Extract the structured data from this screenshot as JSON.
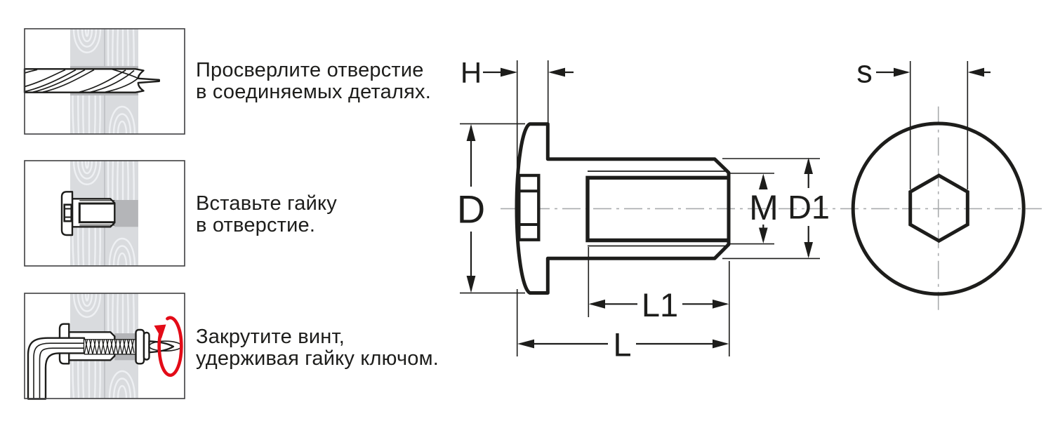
{
  "steps": [
    {
      "illustration": "drill-through-panels",
      "caption": [
        "Просверлите отверстие",
        "в соединяемых деталях."
      ]
    },
    {
      "illustration": "insert-nut-into-hole",
      "caption": [
        "Вставьте гайку",
        "в отверстие."
      ]
    },
    {
      "illustration": "tighten-screw-holding-nut",
      "caption": [
        "Закрутите винт,",
        "удерживая гайку ключом."
      ]
    }
  ],
  "drawing": {
    "side_view_labels": {
      "head_height": "H",
      "head_diameter": "D",
      "thread_diameter": "M",
      "body_diameter": "D1",
      "thread_length": "L1",
      "total_length": "L"
    },
    "end_view_labels": {
      "hex_socket_width": "s"
    }
  },
  "colors": {
    "line": "#1d1d1b",
    "wood_panel": "#d9dbde",
    "wood_grain": "#eef0f3",
    "hole_shadow": "#b4b5b8",
    "accent_red": "#e30b17",
    "background": "#ffffff"
  }
}
